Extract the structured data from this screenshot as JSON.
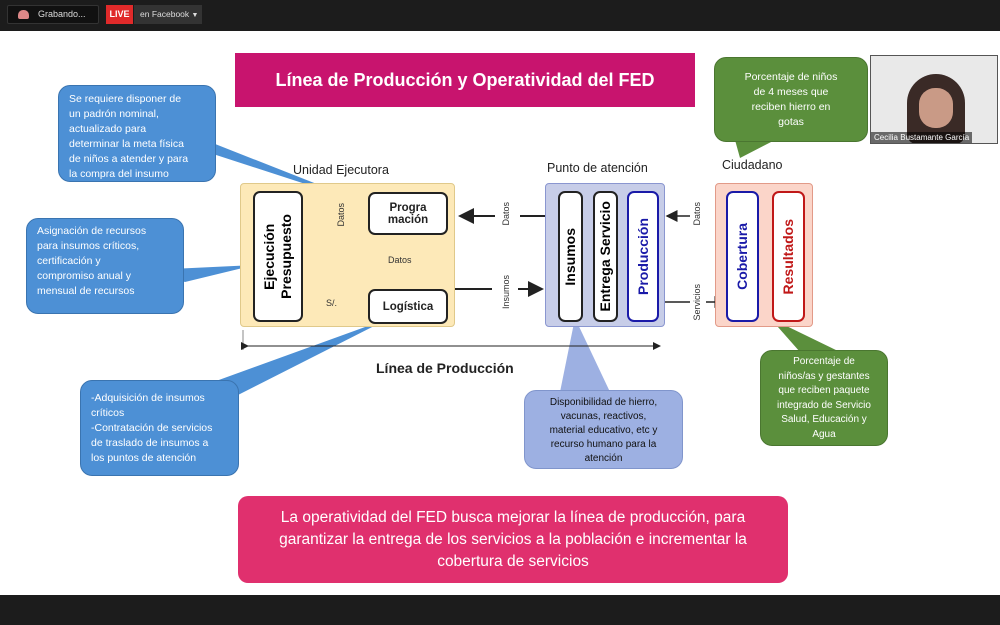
{
  "topbar": {
    "recording_label": "Grabando...",
    "live_label": "LIVE",
    "platform_label": "en Facebook"
  },
  "slide": {
    "title": "Línea de Producción y Operatividad del FED",
    "callouts": {
      "padron": "Se requiere disponer de\nun padrón nominal,\nactualizado para\ndeterminar la meta física\nde niños a atender y para\nla compra del insumo",
      "asignacion": "Asignación de recursos\npara insumos críticos,\ncertificación y\ncompromiso anual y\nmensual de recursos",
      "adquisicion": "-Adquisición de insumos\ncríticos\n-Contratación de servicios\nde traslado de insumos a\nlos puntos de atención",
      "disponibilidad": "Disponibilidad de hierro,\nvacunas, reactivos,\nmaterial educativo, etc y\nrecurso humano para la\natención",
      "hierro": "Porcentaje de niños\nde 4 meses que\nreciben hierro en\ngotas",
      "paquete": "Porcentaje de\nniños/as y gestantes\nque reciben paquete\nintegrado de Servicio\nSalud, Educación y\nAgua"
    },
    "groups": {
      "unidad": "Unidad Ejecutora",
      "punto": "Punto de atención",
      "ciudadano": "Ciudadano"
    },
    "boxes": {
      "ejecucion": "Ejecución\nPresupuesto",
      "programacion": "Progra\nmación",
      "logistica": "Logística",
      "insumos": "Insumos",
      "entrega": "Entrega Servicio",
      "produccion": "Producción",
      "cobertura": "Cobertura",
      "resultados": "Resultados"
    },
    "arrow_labels": {
      "datos1": "Datos",
      "datos2": "Datos",
      "datos3": "Datos",
      "datos4": "Datos",
      "soles": "S/.",
      "insumos": "Insumos",
      "servicios": "Servicios"
    },
    "linea": "Línea de Producción",
    "bottom": "La operatividad del FED busca  mejorar la línea de producción, para\ngarantizar la entrega de los servicios a la población e incrementar la\ncobertura de servicios",
    "colors": {
      "title": "#c8146e",
      "bottom": "#e0306e",
      "callout_blue": "#4d90d5",
      "callout_green": "#5b8f3c",
      "callout_purple": "#9db0e2",
      "produccion": "#1a1aa8",
      "resultados": "#c01818"
    }
  },
  "video": {
    "participant_name": "Cecilia Bustamante García"
  }
}
